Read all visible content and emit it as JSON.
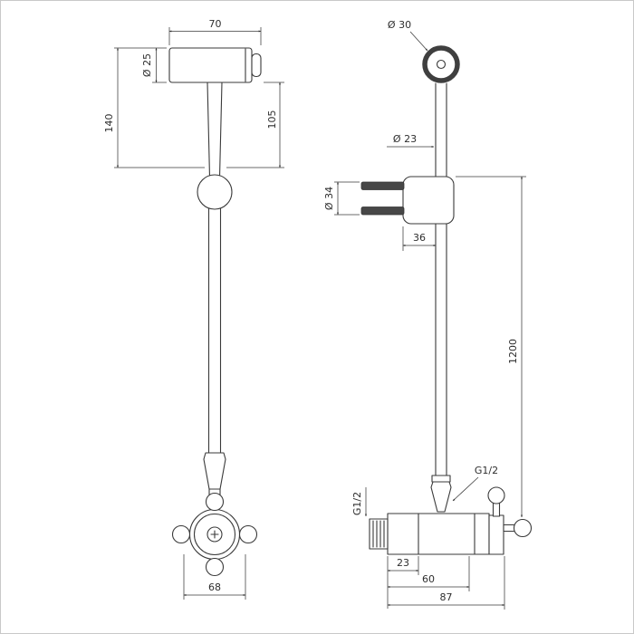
{
  "colors": {
    "line": "#3a3a3a",
    "background": "#ffffff",
    "border": "#c9c9c9",
    "pin_fill": "#474747",
    "text": "#2e2e2e"
  },
  "views": {
    "handshower_front": {
      "dims": {
        "head_width": "70",
        "head_diameter": "Ø 25",
        "head_height": "105",
        "overall_height": "140"
      }
    },
    "handshower_side": {
      "dims": {
        "knob_diameter": "Ø 30",
        "tube_diameter": "Ø 23",
        "bracket_diameter": "Ø 34",
        "bracket_depth": "36",
        "hose_length": "1200"
      }
    },
    "valve_front": {
      "dims": {
        "handle_width": "68"
      }
    },
    "valve_side": {
      "dims": {
        "outlet_thread": "G1/2",
        "inlet_thread": "G1/2",
        "inlet_length": "23",
        "body_depth": "60",
        "overall_depth": "87"
      }
    }
  }
}
